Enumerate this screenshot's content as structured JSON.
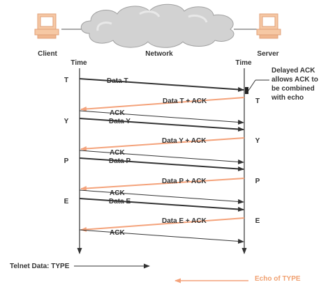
{
  "hosts": {
    "client": "Client",
    "network": "Network",
    "server": "Server"
  },
  "time_label_client": "Time",
  "time_label_server": "Time",
  "annotation": {
    "line1": "Delayed ACK",
    "line2": "allows ACK to",
    "line3": "be combined",
    "line4": "with echo"
  },
  "client_letters": [
    "T",
    "Y",
    "P",
    "E"
  ],
  "server_letters": [
    "T",
    "Y",
    "P",
    "E"
  ],
  "messages": {
    "data_t": "Data T",
    "echo_t": "Data T + ACK",
    "ack_1": "ACK",
    "data_y": "Data Y",
    "echo_y": "Data Y + ACK",
    "ack_2": "ACK",
    "data_p": "Data P",
    "echo_p": "Data P + ACK",
    "ack_3": "ACK",
    "data_e": "Data E",
    "echo_e": "Data E + ACK",
    "ack_4": "ACK"
  },
  "legend": {
    "telnet": "Telnet Data: TYPE",
    "echo": "Echo of TYPE"
  },
  "colors": {
    "dark_arrow": "#333333",
    "echo_arrow": "#f4a27a",
    "echo_text": "#f0a070"
  }
}
